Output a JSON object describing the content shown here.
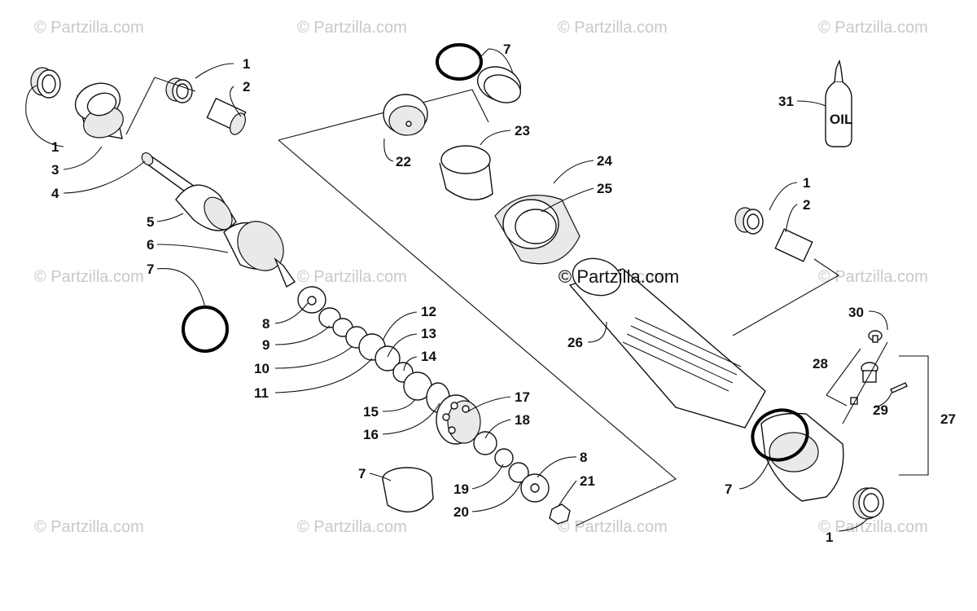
{
  "watermarks": [
    "© Partzilla.com",
    "© Partzilla.com",
    "© Partzilla.com",
    "© Partzilla.com",
    "© Partzilla.com",
    "© Partzilla.com",
    "© Partzilla.com",
    "© Partzilla.com",
    "© Partzilla.com",
    "© Partzilla.com",
    "© Partzilla.com",
    "© Partzilla.com"
  ],
  "center_watermark": "© Partzilla.com",
  "oil_label": "OIL",
  "callouts": {
    "c1a": "1",
    "c2a": "2",
    "c1b": "1",
    "c3": "3",
    "c4": "4",
    "c5": "5",
    "c6": "6",
    "c7a": "7",
    "c8a": "8",
    "c9": "9",
    "c10": "10",
    "c11": "11",
    "c12": "12",
    "c13": "13",
    "c14": "14",
    "c15": "15",
    "c16": "16",
    "c17": "17",
    "c18": "18",
    "c7b": "7",
    "c19": "19",
    "c20": "20",
    "c8b": "8",
    "c21": "21",
    "c7c": "7",
    "c22": "22",
    "c23": "23",
    "c24": "24",
    "c25": "25",
    "c26": "26",
    "c1c": "1",
    "c2b": "2",
    "c31": "31",
    "c30": "30",
    "c28": "28",
    "c29": "29",
    "c27": "27",
    "c7d": "7",
    "c1d": "1"
  }
}
